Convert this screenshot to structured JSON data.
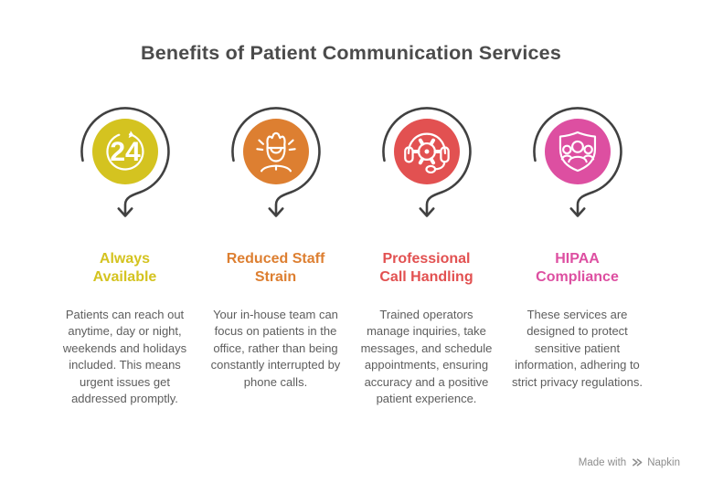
{
  "title": "Benefits of Patient Communication Services",
  "colors": {
    "background": "#ffffff",
    "title_text": "#4b4b4b",
    "body_text": "#5d5d5d",
    "connector": "#414141",
    "icon_stroke": "#ffffff",
    "footer_text": "#8d8d8d"
  },
  "columns": [
    {
      "heading": "Always\nAvailable",
      "accent": "#d4c320",
      "icon": "24-hours-icon",
      "icon_text": "24",
      "body": "Patients can reach out anytime, day or night, weekends and holidays included. This means urgent issues get addressed promptly."
    },
    {
      "heading": "Reduced Staff\nStrain",
      "accent": "#dd7f31",
      "icon": "stressed-person-icon",
      "body": "Your in-house team can focus on patients in the office, rather than being constantly interrupted by phone calls."
    },
    {
      "heading": "Professional\nCall Handling",
      "accent": "#e25151",
      "icon": "headset-gear-icon",
      "body": "Trained operators manage inquiries, take messages, and schedule appointments, ensuring accuracy and a positive patient experience."
    },
    {
      "heading": "HIPAA\nCompliance",
      "accent": "#dd4fa1",
      "icon": "shield-people-icon",
      "body": "These services are designed to protect sensitive patient information, adhering to strict privacy regulations."
    }
  ],
  "footer": {
    "prefix": "Made with",
    "brand": "Napkin",
    "logo": "napkin-logo-icon"
  }
}
